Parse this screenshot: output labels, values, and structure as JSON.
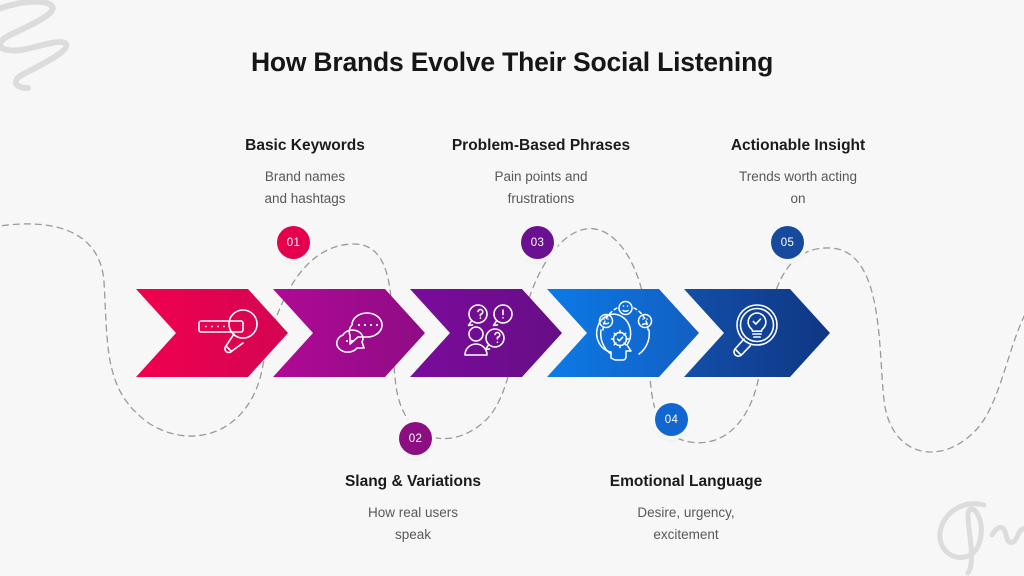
{
  "header": {
    "title": "How Brands Evolve Their Social Listening"
  },
  "colors": {
    "background": "#f7f7f7",
    "title_text": "#161616",
    "step_title_text": "#1b1b1b",
    "step_desc_text": "#585858",
    "dashed_path": "#9a9a9a",
    "scribble": "#dcdcdc",
    "stage_1": "#e4004f",
    "stage_2": "#a20a8e",
    "stage_3": "#6d0d8e",
    "stage_4": "#0f6ad4",
    "stage_5": "#113f94"
  },
  "steps": [
    {
      "number": "01",
      "title": "Basic Keywords",
      "description": "Brand names\nand hashtags",
      "desc_line_1": "Brand names",
      "desc_line_2": "and hashtags",
      "color": "#e4004f",
      "badge_color": "#e4004f",
      "icon": "search-bar-magnifier-icon",
      "position": "above"
    },
    {
      "number": "02",
      "title": "Slang & Variations",
      "description": "How real users\nspeak",
      "desc_line_1": "How real users",
      "desc_line_2": "speak",
      "color": "#a20a8e",
      "badge_color": "#8c0f82",
      "icon": "speech-bubbles-icon",
      "position": "below"
    },
    {
      "number": "03",
      "title": "Problem-Based Phrases",
      "description": "Pain points and\nfrustrations",
      "desc_line_1": "Pain points and",
      "desc_line_2": "frustrations",
      "color": "#6d0d8e",
      "badge_color": "#6b1090",
      "icon": "person-question-bubbles-icon",
      "position": "above"
    },
    {
      "number": "04",
      "title": "Emotional Language",
      "description": "Desire, urgency,\nexcitement",
      "desc_line_1": "Desire, urgency,",
      "desc_line_2": "excitement",
      "color": "#0f6ad4",
      "badge_color": "#1266cf",
      "icon": "head-gear-emotions-icon",
      "position": "below"
    },
    {
      "number": "05",
      "title": "Actionable Insight",
      "description": "Trends worth acting\non",
      "desc_line_1": "Trends worth acting",
      "desc_line_2": "on",
      "color": "#113f94",
      "badge_color": "#174a9e",
      "icon": "magnifier-lightbulb-check-icon",
      "position": "above"
    }
  ],
  "decorations": [
    {
      "name": "scribble-zigzag-top-left"
    },
    {
      "name": "scribble-cursive-bottom-right"
    },
    {
      "name": "dashed-serpentine-path"
    }
  ]
}
